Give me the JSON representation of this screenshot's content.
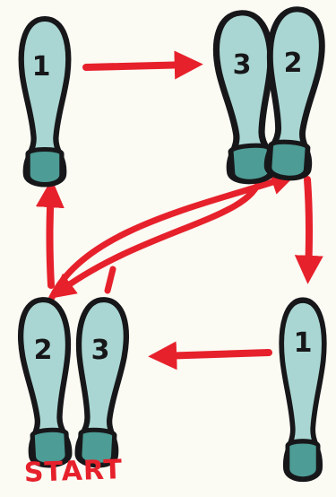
{
  "diagram": {
    "start_label": "START",
    "steps": {
      "left_first": "1",
      "right_pair_first": "3",
      "right_pair_second": "2",
      "right_last": "1",
      "start_pair_left": "2",
      "start_pair_right": "3"
    }
  },
  "colors": {
    "arrow": "#e6212b",
    "outline": "#17171a",
    "sole": "#a9d6d2",
    "heel": "#4d9c95",
    "label": "#e6212b",
    "background": "#fbfaf3"
  }
}
